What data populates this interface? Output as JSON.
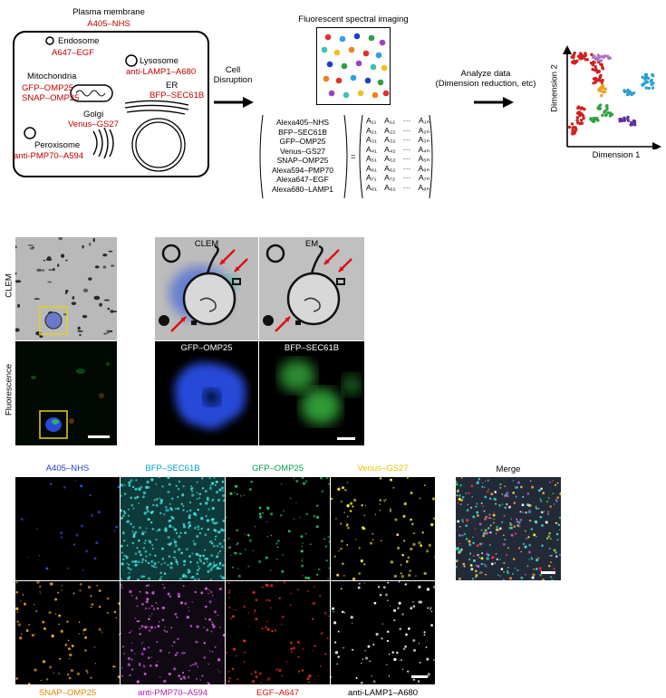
{
  "cell": {
    "plasma_membrane": "Plasma membrane",
    "a405": "A405–NHS",
    "endosome": "Endosome",
    "a647": "A647–EGF",
    "lysosome": "Lysosome",
    "lamp1": "anti-LAMP1–A680",
    "mitochondria": "Mitochondria",
    "gfp": "GFP–OMP25",
    "snap": "SNAP–OMP25",
    "er": "ER",
    "bfp": "BFP–SEC61B",
    "golgi": "Golgi",
    "venus": "Venus–GS27",
    "peroxisome": "Peroxisome",
    "pmp70": "anti-PMP70–A594"
  },
  "arrow1_label": [
    "Cell",
    "Disruption"
  ],
  "spectral_title": "Fluorescent spectral imaging",
  "analyze_label": [
    "Analyze data",
    "(Dimension reduction, etc)"
  ],
  "dim_axes": {
    "y": "Dimension 2",
    "x": "Dimension 1"
  },
  "probes": [
    "Alexa405–NHS",
    "BFP–SEC61B",
    "GFP–OMP25",
    "Venus–GS27",
    "SNAP–OMP25",
    "Alexa594–PMP70",
    "Alexa647–EGF",
    "Alexa680–LAMP1"
  ],
  "equals": "=",
  "matrix_rows": [
    [
      "A₁₁",
      "A₁₂",
      "···",
      "A₁ₙ"
    ],
    [
      "A₂₁",
      "A₂₂",
      "···",
      "A₂ₙ"
    ],
    [
      "A₃₁",
      "A₃₂",
      "···",
      "A₃ₙ"
    ],
    [
      "A₄₁",
      "A₄₂",
      "···",
      "A₄ₙ"
    ],
    [
      "A₅₁",
      "A₅₂",
      "···",
      "A₅ₙ"
    ],
    [
      "A₆₁",
      "A₆₂",
      "···",
      "A₆ₙ"
    ],
    [
      "A₇₁",
      "A₇₂",
      "···",
      "A₇ₙ"
    ],
    [
      "A₈₁",
      "A₈₂",
      "···",
      "A₈ₙ"
    ]
  ],
  "clem": {
    "row_labels": [
      "CLEM",
      "Fluorescence"
    ],
    "zoom_labels": [
      "CLEM",
      "EM",
      "GFP–OMP25",
      "BFP–SEC61B"
    ]
  },
  "channels_top": [
    {
      "label": "A405–NHS",
      "color": "#1f3fbf",
      "dot": "#3355ff"
    },
    {
      "label": "BFP–SEC61B",
      "color": "#00a0c8",
      "dot": "#40e0e0"
    },
    {
      "label": "GFP–OMP25",
      "color": "#00a050",
      "dot": "#30d070"
    },
    {
      "label": "Venus–GS27",
      "color": "#e6c800",
      "dot": "#ffee40"
    }
  ],
  "channels_bottom": [
    {
      "label": "SNAP–OMP25",
      "color": "#e08a00",
      "dot": "#ffb030"
    },
    {
      "label": "anti-PMP70–A594",
      "color": "#b020b0",
      "dot": "#d060e0"
    },
    {
      "label": "EGF–A647",
      "color": "#d01010",
      "dot": "#ff3030"
    },
    {
      "label": "anti-LAMP1–A680",
      "color": "#000000",
      "dot": "#ffffff"
    }
  ],
  "merge_label": "Merge"
}
